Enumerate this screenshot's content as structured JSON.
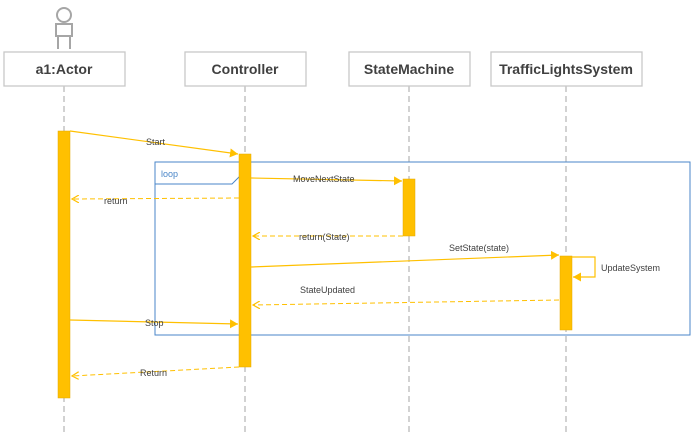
{
  "diagram": {
    "type": "sequence",
    "participants": [
      {
        "id": "actor",
        "name": "a1:Actor",
        "kind": "actor"
      },
      {
        "id": "controller",
        "name": "Controller",
        "kind": "object"
      },
      {
        "id": "statemachine",
        "name": "StateMachine",
        "kind": "object"
      },
      {
        "id": "traffic",
        "name": "TrafficLightsSystem",
        "kind": "object"
      }
    ],
    "frame": {
      "operator": "loop"
    },
    "messages": [
      {
        "label": "Start",
        "from": "actor",
        "to": "controller",
        "style": "call"
      },
      {
        "label": "MoveNextState",
        "from": "controller",
        "to": "statemachine",
        "style": "call"
      },
      {
        "label": "return",
        "from": "controller",
        "to": "actor",
        "style": "return"
      },
      {
        "label": "return(State)",
        "from": "statemachine",
        "to": "controller",
        "style": "return"
      },
      {
        "label": "SetState(state)",
        "from": "controller",
        "to": "traffic",
        "style": "call"
      },
      {
        "label": "UpdateSystem",
        "from": "traffic",
        "to": "traffic",
        "style": "self"
      },
      {
        "label": "StateUpdated",
        "from": "traffic",
        "to": "controller",
        "style": "return"
      },
      {
        "label": "Stop",
        "from": "actor",
        "to": "controller",
        "style": "call"
      },
      {
        "label": "Return",
        "from": "controller",
        "to": "actor",
        "style": "return"
      }
    ],
    "colors": {
      "activation": "#ffc000",
      "message": "#ffc000",
      "frame": "#4a86c8",
      "lifeline": "#a6a6a6",
      "header_border": "#c8c8c8",
      "text": "#404040"
    }
  }
}
